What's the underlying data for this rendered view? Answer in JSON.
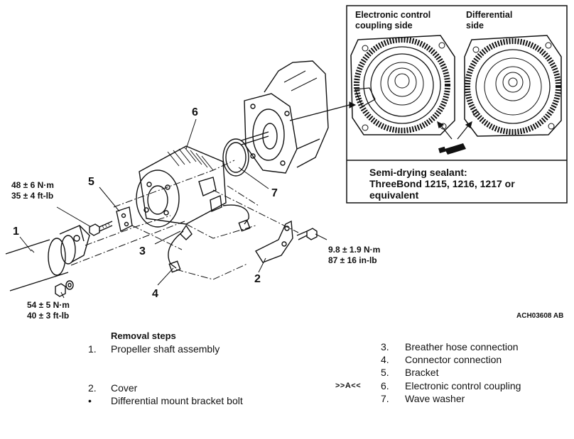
{
  "diagram": {
    "callouts": [
      "1",
      "2",
      "3",
      "4",
      "5",
      "6",
      "7"
    ],
    "torque_specs": [
      {
        "metric": "48 ± 6 N·m",
        "imperial": "35 ± 4 ft-lb"
      },
      {
        "metric": "54 ± 5 N·m",
        "imperial": "40 ± 3 ft-lb"
      },
      {
        "metric": "9.8 ± 1.9 N·m",
        "imperial": "87 ± 16 in-lb"
      }
    ],
    "inset": {
      "left_label": [
        "Electronic control",
        "coupling side"
      ],
      "right_label": [
        "Differential",
        "side"
      ],
      "sealant": [
        "Semi-drying sealant:",
        "ThreeBond 1215, 1216, 1217 or",
        "equivalent"
      ]
    },
    "figure_code": "ACH03608 AB"
  },
  "removal": {
    "heading": "Removal steps",
    "left_steps": [
      {
        "num": "1.",
        "text": "Propeller shaft assembly"
      },
      {
        "num": "2.",
        "text": "Cover"
      },
      {
        "num": "•",
        "text": "Differential mount bracket bolt"
      }
    ],
    "right_steps": [
      {
        "num": "3.",
        "text": "Breather hose connection",
        "mark": ""
      },
      {
        "num": "4.",
        "text": "Connector connection",
        "mark": ""
      },
      {
        "num": "5.",
        "text": "Bracket",
        "mark": ""
      },
      {
        "num": "6.",
        "text": "Electronic control coupling",
        "mark": ">>A<<"
      },
      {
        "num": "7.",
        "text": "Wave washer",
        "mark": ""
      }
    ]
  }
}
